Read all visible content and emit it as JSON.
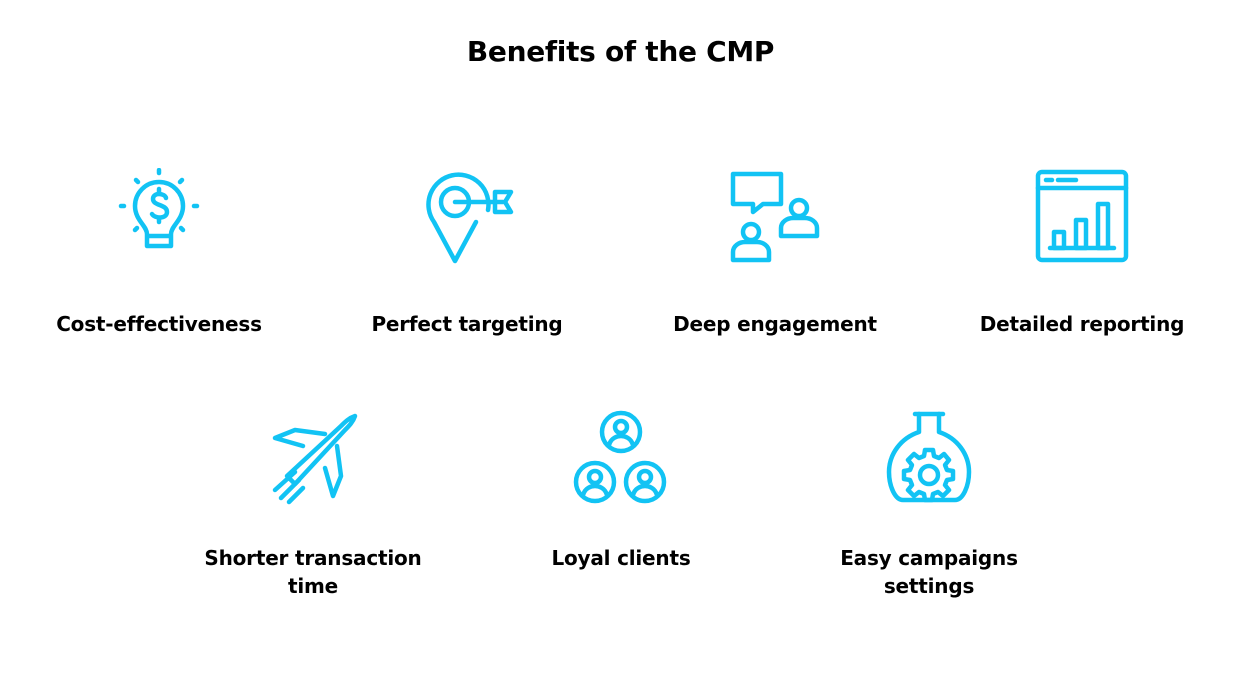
{
  "title": "Benefits of the CMP",
  "colors": {
    "accent": "#12C3F4",
    "text": "#000000",
    "background": "#FFFFFF"
  },
  "benefits": [
    {
      "label": "Cost-effectiveness",
      "icon": "lightbulb-dollar-icon"
    },
    {
      "label": "Perfect targeting",
      "icon": "location-target-icon"
    },
    {
      "label": "Deep engagement",
      "icon": "chat-users-icon"
    },
    {
      "label": "Detailed reporting",
      "icon": "browser-bar-chart-icon"
    },
    {
      "label": "Shorter transaction time",
      "icon": "rocket-icon"
    },
    {
      "label": "Loyal clients",
      "icon": "user-group-icon"
    },
    {
      "label": "Easy campaigns settings",
      "icon": "flask-gear-icon"
    }
  ]
}
